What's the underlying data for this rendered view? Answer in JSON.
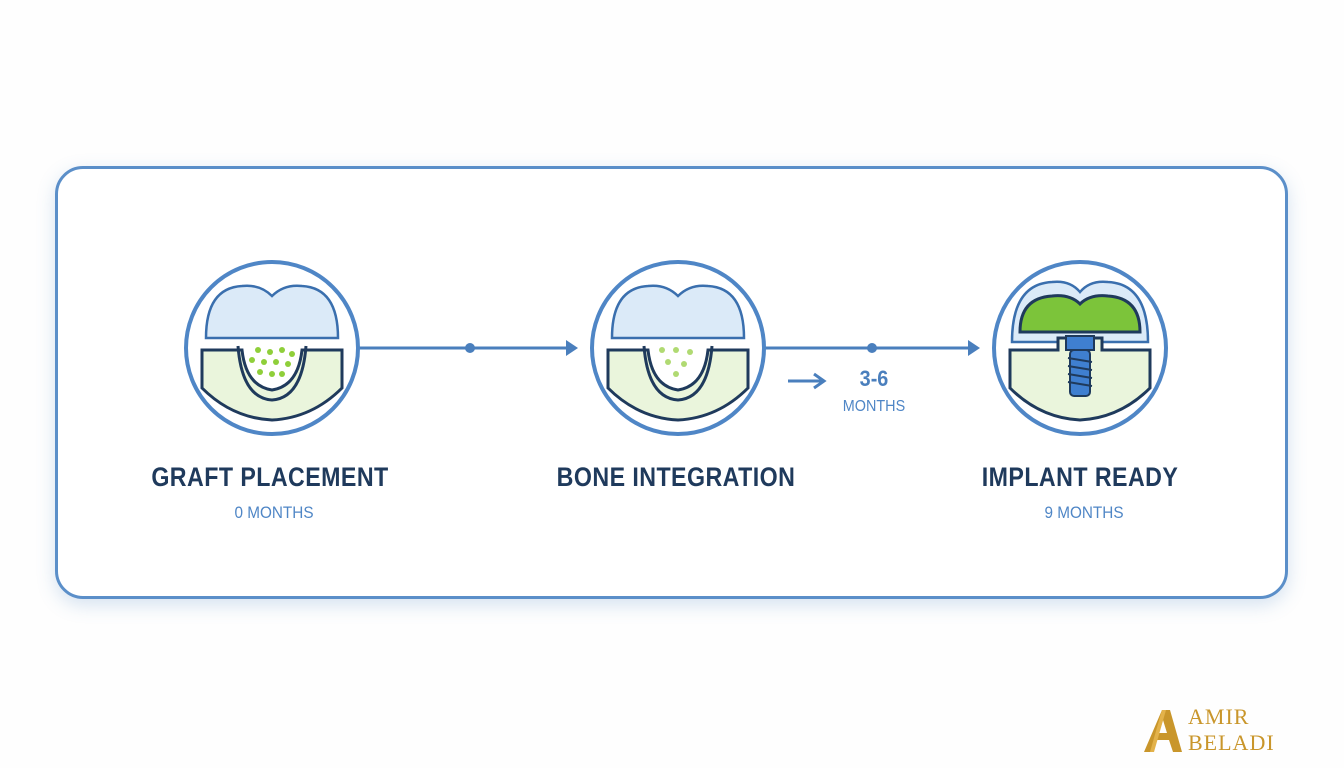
{
  "stages": [
    {
      "title": "GRAFT PLACEMENT",
      "subtitle": "0 MONTHS"
    },
    {
      "title": "BONE INTEGRATION",
      "subtitle": ""
    },
    {
      "title": "IMPLANT READY",
      "subtitle": "9 MONTHS"
    }
  ],
  "interval": {
    "value": "3-6",
    "unit": "MONTHS"
  },
  "logo": {
    "line1": "AMIR",
    "line2": "BELADI"
  },
  "colors": {
    "frame": "#5b8fc9",
    "title": "#1f3a5c",
    "accent": "#4f86c6",
    "crown_light": "#dbeaf8",
    "gum": "#eaf5dc",
    "graft_dots": "#8fcf3a",
    "implant_crown": "#7cc43a",
    "implant_screw": "#3f7fd0",
    "logo": "#c9962b"
  }
}
